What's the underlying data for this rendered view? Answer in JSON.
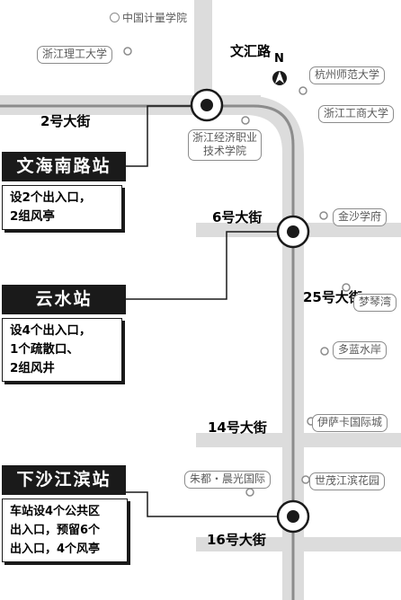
{
  "map": {
    "north_label": "N",
    "colors": {
      "road": "#dcdcdc",
      "road_edge": "#9a9a9a",
      "metro": "#8c8c8c",
      "station": "#1a1a1a",
      "callout": "#1a1a1a"
    }
  },
  "roads": {
    "wenhui": "文汇路",
    "street2": "2号大街",
    "street6": "6号大街",
    "street25": "25号大街",
    "street14": "14号大街",
    "street16": "16号大街"
  },
  "pois": {
    "p1": "中国计量学院",
    "p2": "浙江理工大学",
    "p3": "杭州师范大学",
    "p4": "浙江工商大学",
    "p5_line1": "浙江经济职业",
    "p5_line2": "技术学院",
    "p6": "金沙学府",
    "p7": "梦琴湾",
    "p8": "多蓝水岸",
    "p9": "伊萨卡国际城",
    "p10": "朱都・晨光国际",
    "p11": "世茂江滨花园"
  },
  "stations": [
    {
      "name": "文海南路站",
      "desc": [
        "设2个出入口，",
        "2组风亭"
      ]
    },
    {
      "name": "云水站",
      "desc": [
        "设4个出入口，",
        "1个疏散口、",
        "2组风井"
      ]
    },
    {
      "name": "下沙江滨站",
      "desc": [
        "车站设4个公共区",
        "出入口，预留6个",
        "出入口，4个风亭"
      ]
    }
  ]
}
